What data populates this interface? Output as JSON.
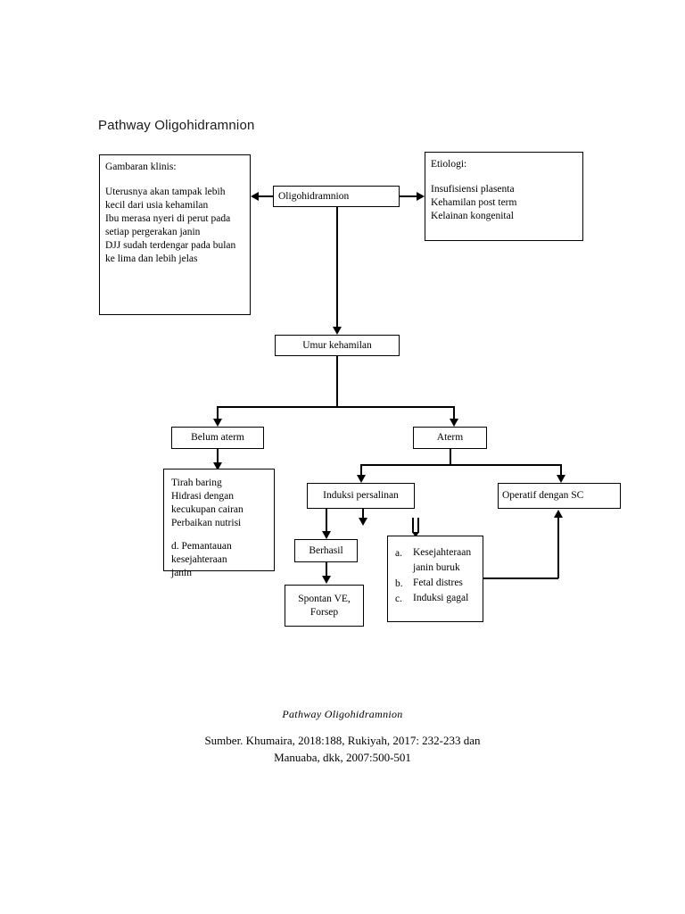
{
  "page": {
    "title": "Pathway Oligohidramnion"
  },
  "boxes": {
    "clinical": {
      "heading": "Gambaran klinis:",
      "lines": [
        "Uterusnya akan tampak lebih",
        "kecil dari usia kehamilan",
        "Ibu merasa nyeri di perut pada",
        "setiap pergerakan janin",
        "DJJ sudah terdengar pada bulan",
        "ke lima dan lebih jelas"
      ]
    },
    "etiology": {
      "heading": "Etiologi:",
      "lines": [
        "Insufisiensi plasenta",
        "Kehamilan post term",
        "Kelainan kongenital"
      ]
    },
    "root": {
      "label": "Oligohidramnion"
    },
    "gestational_age": {
      "label": "Umur kehamilan"
    },
    "preterm": {
      "label": "Belum aterm"
    },
    "term": {
      "label": "Aterm"
    },
    "preterm_management": {
      "lines": [
        "Tirah baring",
        "Hidrasi dengan",
        "kecukupan cairan",
        "Perbaikan nutrisi"
      ],
      "item_label": "d.",
      "item_lines": [
        "Pemantauan",
        "kesejahteraan",
        "janin"
      ]
    },
    "induction": {
      "label": "Induksi persalinan"
    },
    "operative": {
      "label": "Operatif dengan SC"
    },
    "success": {
      "label": "Berhasil"
    },
    "spontaneous": {
      "line1": "Spontan VE,",
      "line2": "Forsep"
    },
    "failure_list": {
      "items": [
        {
          "letter": "a.",
          "line1": "Kesejahteraan",
          "line2": "janin buruk"
        },
        {
          "letter": "b.",
          "line1": "Fetal distres",
          "line2": ""
        },
        {
          "letter": "c.",
          "line1": "Induksi gagal",
          "line2": ""
        }
      ]
    }
  },
  "caption": {
    "title": "Pathway Oligohidramnion",
    "source_line1": "Sumber. Khumaira, 2018:188, Rukiyah, 2017: 232-233 dan",
    "source_line2": "Manuaba, dkk, 2007:500-501"
  }
}
